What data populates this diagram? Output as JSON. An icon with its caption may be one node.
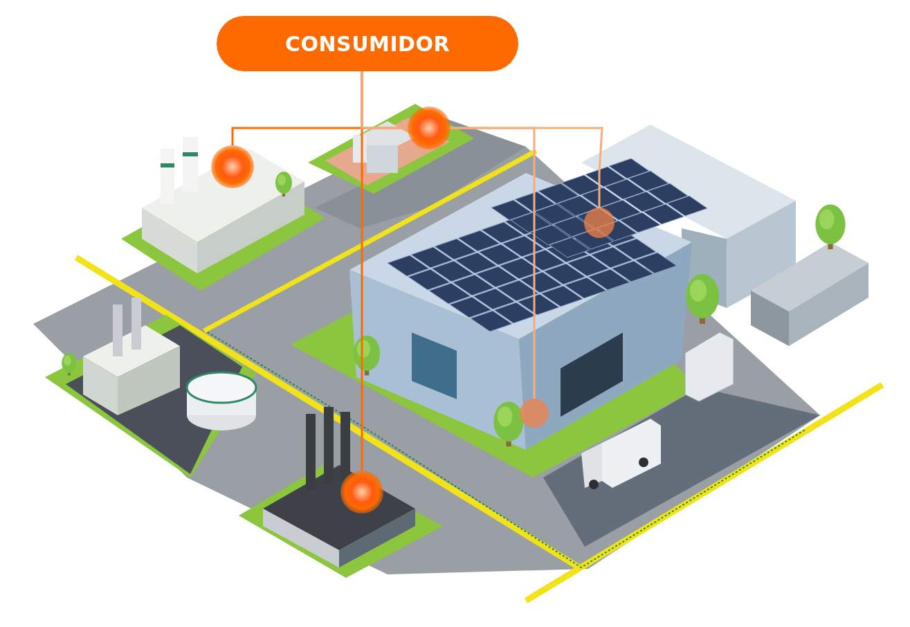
{
  "diagram": {
    "nodes": [
      {
        "text": [
          "CONSUMIDOR"
        ]
      },
      {
        "text": [],
        "shape": "circle"
      },
      {
        "text": [],
        "shape": "circle"
      },
      {
        "text": [],
        "shape": "circle"
      },
      {
        "text": [],
        "shape": "circle"
      },
      {
        "text": [],
        "shape": "circle"
      }
    ],
    "edges": [
      {
        "from": 0,
        "to": 1,
        "arrow": "none"
      },
      {
        "from": 0,
        "to": 2,
        "arrow": "none"
      },
      {
        "from": 0,
        "to": 3,
        "arrow": "none"
      },
      {
        "from": 0,
        "to": 4,
        "arrow": "none",
        "color": "#f6ad7e"
      },
      {
        "from": 0,
        "to": 5,
        "arrow": "none",
        "color": "#f6ad7e"
      }
    ]
  }
}
